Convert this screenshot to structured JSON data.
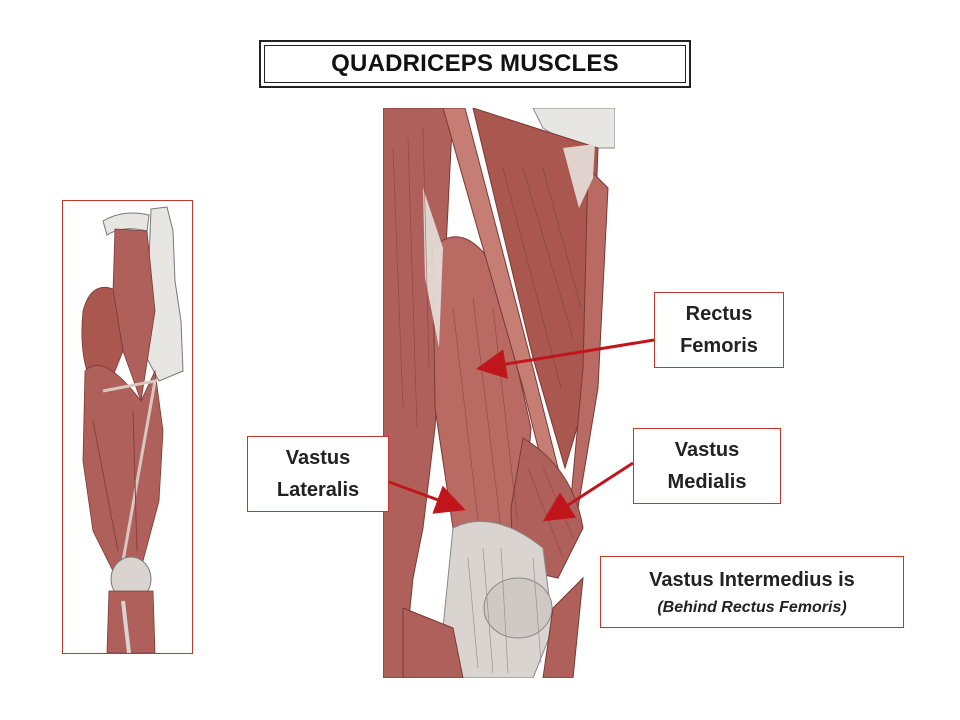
{
  "title": "QUADRICEPS MUSCLES",
  "labels": {
    "rectus_femoris": {
      "line1": "Rectus",
      "line2": "Femoris"
    },
    "vastus_medialis": {
      "line1": "Vastus",
      "line2": "Medialis"
    },
    "vastus_lateralis": {
      "line1": "Vastus",
      "line2": "Lateralis"
    },
    "vastus_intermedius": {
      "line1": "Vastus Intermedius is",
      "line2": "(Behind Rectus Femoris)"
    }
  },
  "colors": {
    "arrow": "#c0161b",
    "box_border": "#c0392b",
    "muscle": "#b0605a",
    "muscle_dark": "#8a3f3a",
    "tendon": "#d9d4cf",
    "bone": "#e8e6e2"
  }
}
